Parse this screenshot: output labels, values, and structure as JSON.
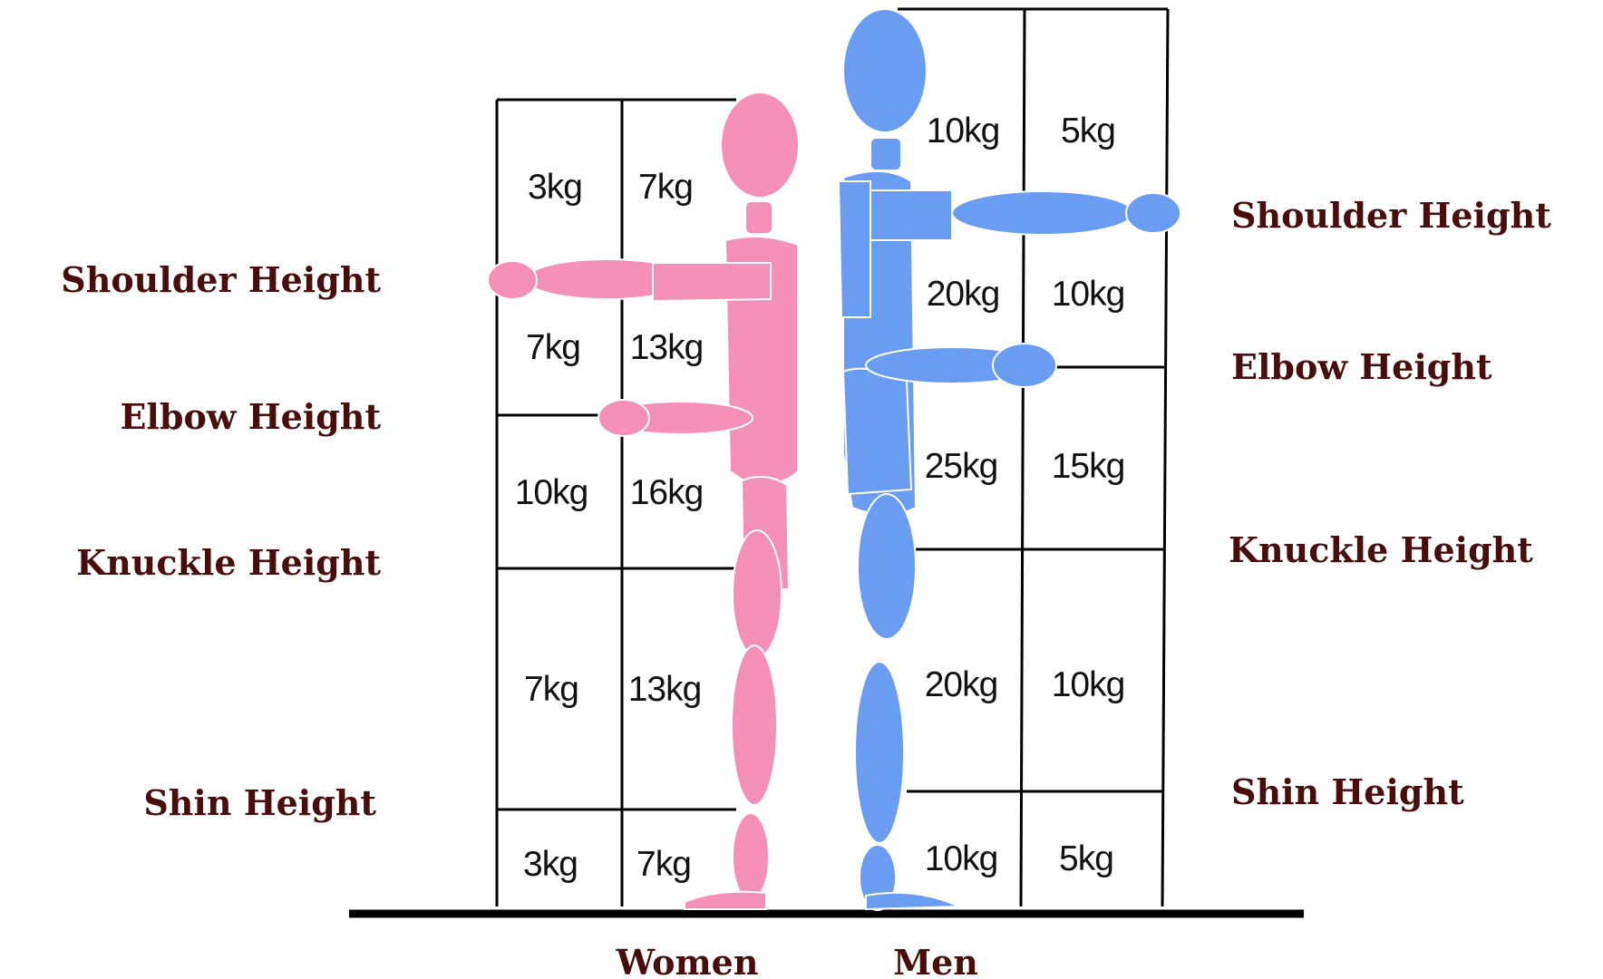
{
  "women": {
    "group_label": "Women",
    "figure_color": "#f48fb8",
    "height_labels": {
      "shoulder": "Shoulder Height",
      "elbow": "Elbow Height",
      "knuckle": "Knuckle Height",
      "shin": "Shin Height"
    },
    "zones": [
      {
        "zone": "above shoulder",
        "far": "3kg",
        "near": "7kg"
      },
      {
        "zone": "shoulder to elbow",
        "far": "7kg",
        "near": "13kg"
      },
      {
        "zone": "elbow to knuckle",
        "far": "10kg",
        "near": "16kg"
      },
      {
        "zone": "knuckle to shin",
        "far": "7kg",
        "near": "13kg"
      },
      {
        "zone": "below shin",
        "far": "3kg",
        "near": "7kg"
      }
    ]
  },
  "men": {
    "group_label": "Men",
    "figure_color": "#6a9cf2",
    "height_labels": {
      "shoulder": "Shoulder Height",
      "elbow": "Elbow Height",
      "knuckle": "Knuckle Height",
      "shin": "Shin Height"
    },
    "zones": [
      {
        "zone": "above shoulder",
        "near": "10kg",
        "far": "5kg"
      },
      {
        "zone": "shoulder to elbow",
        "near": "20kg",
        "far": "10kg"
      },
      {
        "zone": "elbow to knuckle",
        "near": "25kg",
        "far": "15kg"
      },
      {
        "zone": "knuckle to shin",
        "near": "20kg",
        "far": "10kg"
      },
      {
        "zone": "below shin",
        "near": "10kg",
        "far": "5kg"
      }
    ]
  }
}
